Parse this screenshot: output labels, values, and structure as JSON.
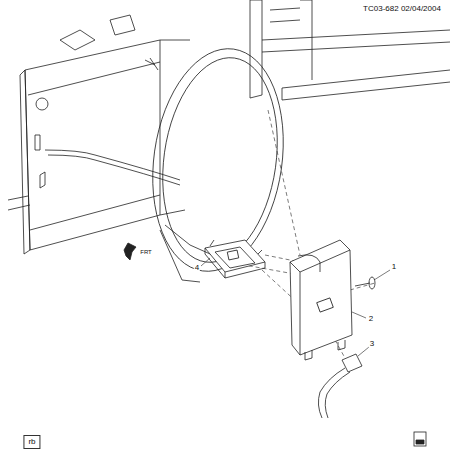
{
  "diagram": {
    "labels": [
      "TC03-682 02/04/2004",
      "FRT",
      "1",
      "2",
      "3",
      "4",
      "rb"
    ]
  }
}
